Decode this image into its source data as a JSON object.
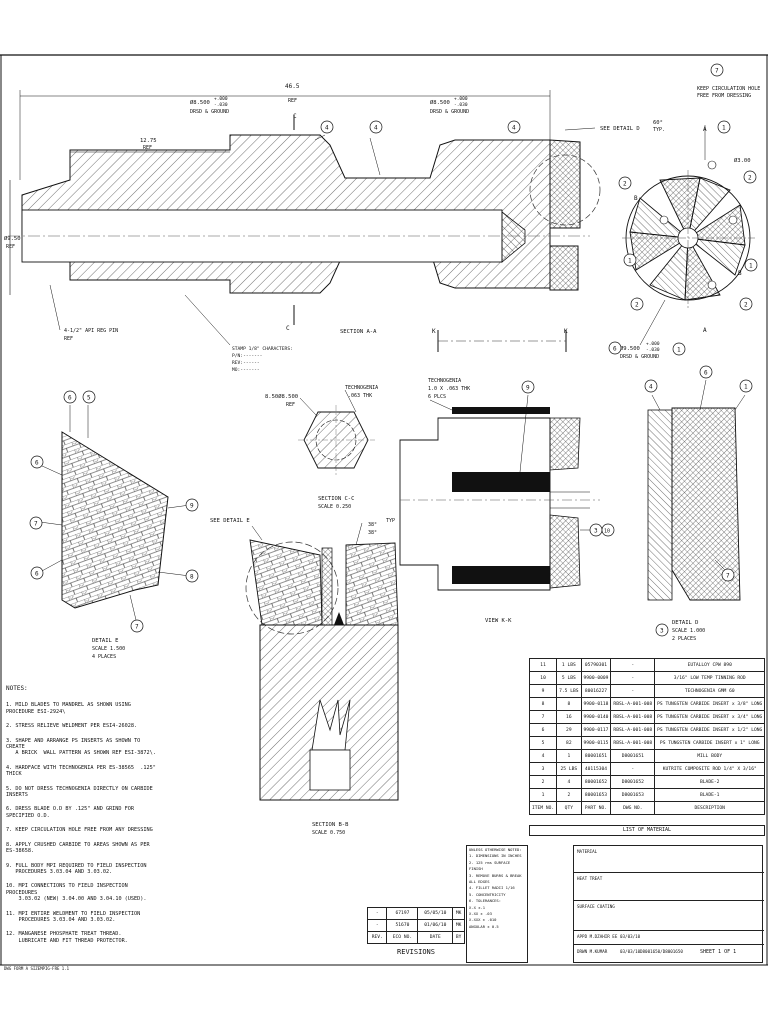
{
  "main_view": {
    "overall_length": "46.5",
    "overall_length_ref": "REF",
    "dim_left_od": [
      "Ø8.500",
      "+.000",
      "-.030",
      "DRSD & GROUND"
    ],
    "dim_right_od": [
      "Ø8.500",
      "+.000",
      "-.030",
      "DRSD & GROUND"
    ],
    "dim_12_75": "12.75",
    "dim_12_75_ref": "REF",
    "dim_od_left": "Ø9.50",
    "dim_od_left_ref": "REF",
    "thread_label": "4-1/2\" API REG PIN",
    "thread_ref": "REF",
    "stamp_label": [
      "STAMP 1/8\" CHARACTERS:",
      "P/N:-------",
      "REV:------",
      "MO:-------"
    ],
    "section_label": "SECTION  A-A",
    "see_detail_d": "SEE DETAIL  D",
    "cut_c": "C",
    "cut_k": "K"
  },
  "end_view": {
    "keep_note": [
      "KEEP CIRCULATION HOLE",
      "FREE FROM DRESSING"
    ],
    "angle": "60°",
    "angle_typ": "TYP.",
    "dia_small": "Ø3.00",
    "od_bottom": [
      "Ø9.500",
      "+.000",
      "-.030",
      "DRSD & GROUND"
    ],
    "label_a": "A",
    "label_b": "B"
  },
  "section_cc": {
    "dim": "8.50Ø8.500",
    "dim_ref": "REF",
    "material": "TECHNOGENIA",
    "thickness": ".063 THK",
    "title": "SECTION  C-C",
    "scale": "SCALE  0.250"
  },
  "view_kk": {
    "material": "TECHNOGENIA",
    "thickness": "1.0 X .063 THK",
    "qty": "6 PLCS",
    "title": "VIEW K-K"
  },
  "detail_e": {
    "title": "DETAIL  E",
    "scale": "SCALE  1.500",
    "places": "4 PLACES",
    "see_detail": "SEE DETAIL  E",
    "angle1": "38°",
    "angle2": "38°",
    "typ": "TYP"
  },
  "detail_d": {
    "title": "DETAIL  D",
    "scale": "SCALE  1.000",
    "places": "2 PLACES"
  },
  "section_bb": {
    "title": "SECTION  B-B",
    "scale": "SCALE  0.750"
  },
  "balloons": [
    "1",
    "2",
    "3",
    "4",
    "5",
    "6",
    "7",
    "8",
    "9",
    "10"
  ],
  "notes": {
    "title": "NOTES:",
    "items": [
      "1. MILD BLADES TO MANDREL AS SHOWN USING PROCEDURE ESI-2924\\",
      "2. STRESS RELIEVE WELDMENT PER ESI4-26028.",
      "3. SHAPE AND ARRANGE PS INSERTS AS SHOWN TO CREATE\n   A BRICK  WALL PATTERN AS SHOWN REF ESI-3872\\.",
      "4. HARDFACE WITH TECHNOGENIA PER ES-38565  .125\" THICK",
      "5. DO NOT DRESS TECHNOGENIA DIRECTLY ON CARBIDE INSERTS",
      "6. DRESS BLADE O.D BY .125\" AND GRIND FOR SPECIFIED O.D.",
      "7. KEEP CIRCULATION HOLE FREE FROM ANY DRESSING",
      "8. APPLY CRUSHED CARBIDE TO AREAS SHOWN AS PER ES-38658.",
      "9. FULL BODY MPI REQUIRED TO FIELD INSPECTION\n   PROCEDURES 3.03.04 AND 3.03.02.",
      "10. MPI CONNECTIONS TO FIELD INSPECTION PROCEDURES\n    3.03.02 (NEW) 3.04.00 AND 3.04.10 (USED).",
      "11. MPI ENTIRE WELDMENT TO FIELD INSPECTION\n    PROCEDURES 3.03.04 AND 3.03.02.",
      "12. MANGANESE PHOSPHATE TREAT THREAD.\n    LUBRICATE AND FIT THREAD PROTECTOR."
    ]
  },
  "bom": {
    "rows": [
      [
        "11",
        "1 LBS",
        "05790301",
        "-",
        "EUTALLOY CPW 890"
      ],
      [
        "10",
        "5 LBS",
        "9900-0009",
        "-",
        "3/16\" LOW TEMP TINNING ROD"
      ],
      [
        "9",
        "7.5 LBS",
        "80016227",
        "-",
        "TECHNOGENIA GMM 60"
      ],
      [
        "8",
        "8",
        "9900-0118",
        "RBSL-A-001-008",
        "PS TUNGSTEN CARBIDE INSERT x 3/8\" LONG"
      ],
      [
        "7",
        "16",
        "9900-0140",
        "RBSL-A-001-008",
        "PS TUNGSTEN CARBIDE INSERT x 3/4\" LONG"
      ],
      [
        "6",
        "29",
        "9900-0117",
        "RBSL-A-001-008",
        "PS TUNGSTEN CARBIDE INSERT x 1/2\" LONG"
      ],
      [
        "5",
        "82",
        "9900-0115",
        "RBSL-A-001-008",
        "PS TUNGSTEN CARBIDE INSERT x 1\" LONG"
      ],
      [
        "4",
        "1",
        "80001651",
        "D8001651",
        "MILL BODY"
      ],
      [
        "3",
        "25 LBS",
        "40115304",
        "-",
        "KUTRITE COMPOSITE ROD 1/4\" X 3/16\""
      ],
      [
        "2",
        "4",
        "80001652",
        "D8001652",
        "BLADE-2"
      ],
      [
        "1",
        "2",
        "80001653",
        "D8001653",
        "BLADE-1"
      ]
    ],
    "header": [
      "ITEM NO.",
      "QTY",
      "PART NO.",
      "DWG NO.",
      "DESCRIPTION"
    ],
    "title": "LIST OF MATERIAL"
  },
  "revisions": {
    "rows": [
      [
        "-",
        "67197",
        "05/05/10",
        "MK"
      ],
      [
        "-",
        "51670",
        "01/06/10",
        "MK"
      ]
    ],
    "header": [
      "REV.",
      "ECO NO.",
      "DATE",
      "BY"
    ],
    "title": "REVISIONS"
  },
  "tolerance_block": [
    "UNLESS OTHERWISE NOTED:",
    "1. DIMENSIONS IN INCHES",
    "2. 125 rms SURFACE FINISH",
    "3. REMOVE BURRS & BREAK",
    "   ALL EDGES",
    "4. FILLET RADII  1/16",
    "5. CONCENTRICITY",
    "6. TOLERANCES:",
    "   X.X  ±.1",
    "   X.XX ± .03",
    "   X.XXX ± .010",
    "ANGULAR ± 0.5"
  ],
  "title_block": {
    "material": "MATERIAL",
    "heat_treat": "HEAT TREAT",
    "surface": "SURFACE COATING",
    "appd": "APPD  M.DZAHIR EE",
    "appd_date": "03/03/10",
    "drawn": "DRWN  M.KUMAR",
    "drawn_date": "03/03/10",
    "dwg_no": "D8001650/D8001650",
    "sheet": "SHEET 1 OF 1"
  },
  "footer": "DWG FORM A SIZEMPIG-FRE  1.1"
}
